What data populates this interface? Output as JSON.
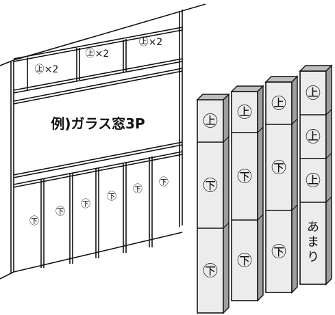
{
  "wall": {
    "title": "例)ガラス窓3P",
    "upper_labels": [
      "㊤×2",
      "㊤×2",
      "㊤×2"
    ],
    "lower_labels": [
      "㊦",
      "㊦",
      "㊦",
      "㊦",
      "㊦",
      "㊦"
    ]
  },
  "columns": [
    {
      "pieces": [
        "㊤",
        "㊦",
        "㊦"
      ]
    },
    {
      "pieces": [
        "㊤",
        "㊦",
        "㊦"
      ]
    },
    {
      "pieces": [
        "㊤",
        "㊦",
        "㊦"
      ]
    },
    {
      "pieces": [
        "㊤",
        "㊤",
        "㊤",
        "あまり"
      ]
    }
  ]
}
